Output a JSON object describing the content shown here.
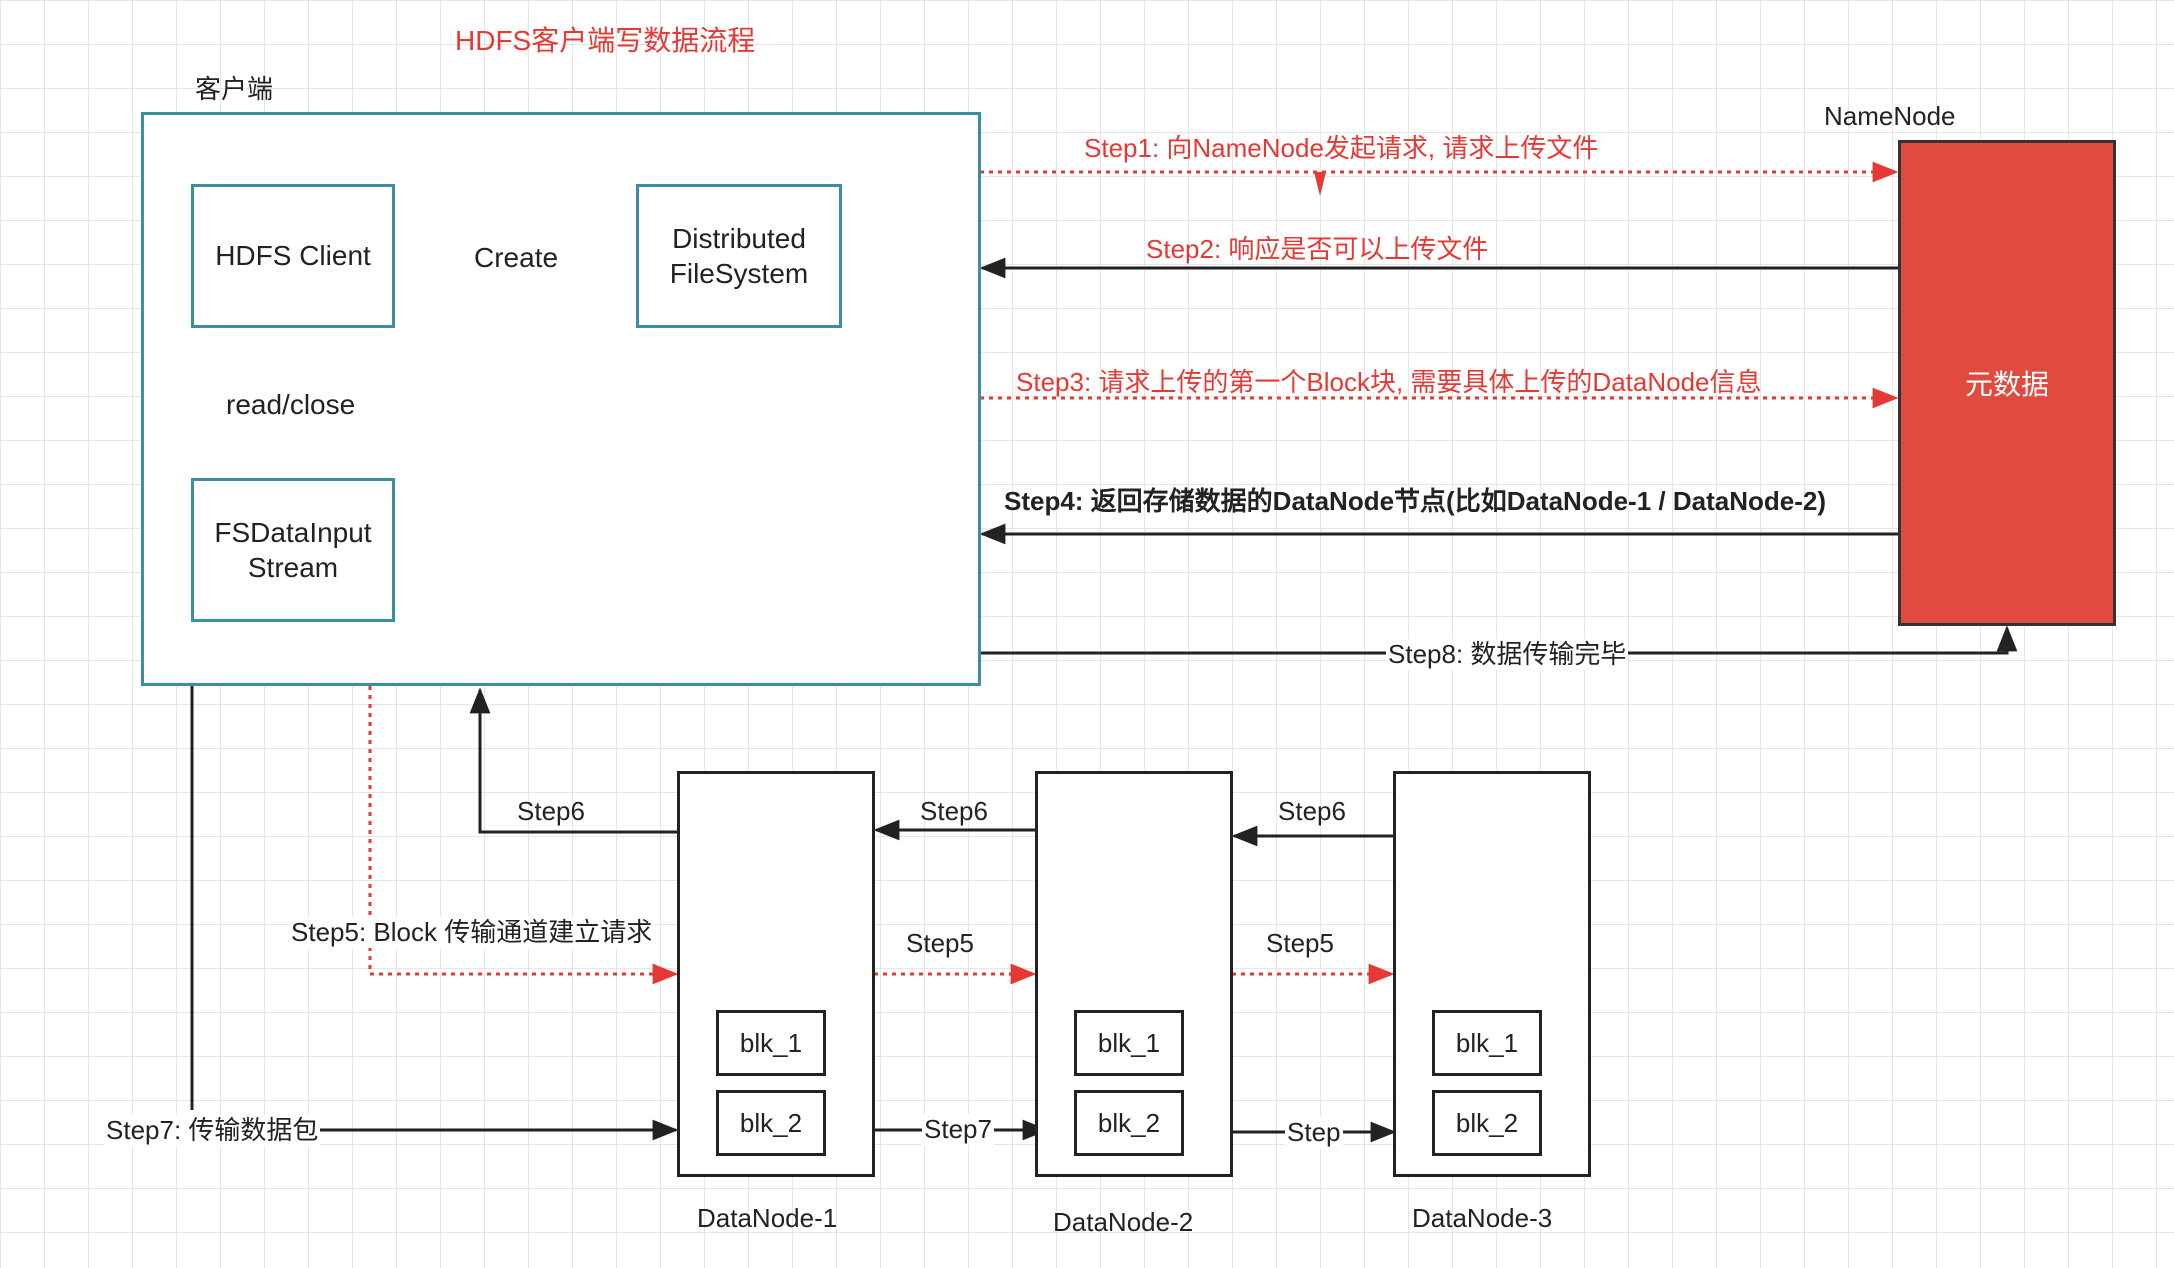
{
  "title": "HDFS客户端写数据流程",
  "client": {
    "title": "客户端",
    "hdfs_client": "HDFS Client",
    "create": "Create",
    "distributed_fs_line1": "Distributed",
    "distributed_fs_line2": "FileSystem",
    "read_close": "read/close",
    "fsdatainput_line1": "FSDataInput",
    "fsdatainput_line2": "Stream"
  },
  "namenode": {
    "title": "NameNode",
    "body": "元数据"
  },
  "steps": {
    "step1": "Step1: 向NameNode发起请求, 请求上传文件",
    "step2": "Step2: 响应是否可以上传文件",
    "step3": "Step3: 请求上传的第一个Block块, 需要具体上传的DataNode信息",
    "step4": "Step4: 返回存储数据的DataNode节点(比如DataNode-1 / DataNode-2)",
    "step8": "Step8: 数据传输完毕",
    "step5_main": "Step5: Block 传输通道建立请求",
    "step5_a": "Step5",
    "step5_b": "Step5",
    "step6_a": "Step6",
    "step6_b": "Step6",
    "step6_c": "Step6",
    "step7_main": "Step7: 传输数据包",
    "step7_a": "Step7",
    "step7_b": "Step"
  },
  "datanodes": [
    {
      "name": "DataNode-1",
      "blocks": [
        "blk_1",
        "blk_2"
      ]
    },
    {
      "name": "DataNode-2",
      "blocks": [
        "blk_1",
        "blk_2"
      ]
    },
    {
      "name": "DataNode-3",
      "blocks": [
        "blk_1",
        "blk_2"
      ]
    }
  ],
  "colors": {
    "request": "#e53935",
    "response": "#222222",
    "client_border": "#3a8fa0",
    "namenode_fill": "#e04a3f"
  }
}
